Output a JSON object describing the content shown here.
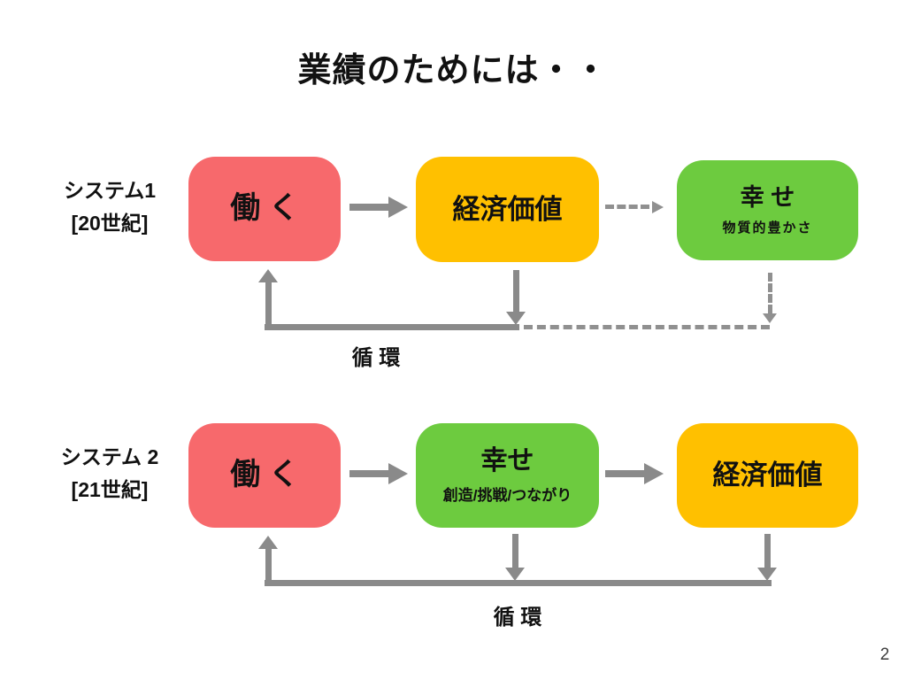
{
  "title": "業績のためには・・",
  "page_number": "2",
  "colors": {
    "red": "#F7696C",
    "orange": "#FFC000",
    "green": "#6DCB3F",
    "gray": "#8A8A8A",
    "dashgray": "#909090"
  },
  "system1": {
    "name": "システム1",
    "era": "[20世紀]",
    "box_work": "働 く",
    "box_economic": "経済価値",
    "box_happiness_title": "幸 せ",
    "box_happiness_sub": "物質的豊かさ",
    "loop_label": "循 環"
  },
  "system2": {
    "name": "システム 2",
    "era": "[21世紀]",
    "box_work": "働 く",
    "box_happiness_title": "幸せ",
    "box_happiness_sub": "創造/挑戦/つながり",
    "box_economic": "経済価値",
    "loop_label": "循 環"
  }
}
